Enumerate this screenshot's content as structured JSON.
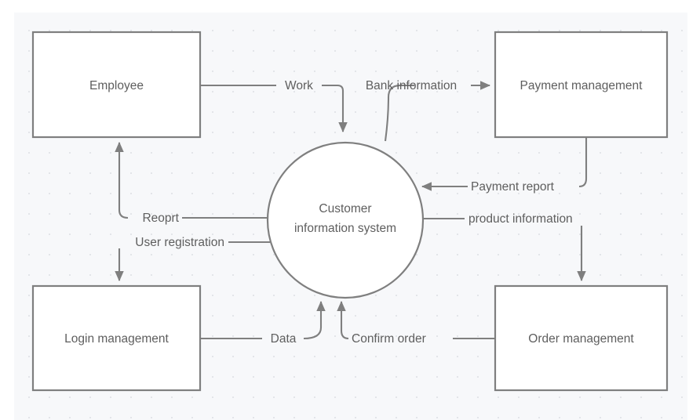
{
  "diagram": {
    "type": "data-flow-diagram",
    "background_color": "#f7f8fa",
    "page_color": "#ffffff",
    "stroke_color": "#7f7f7f",
    "text_color": "#5e5e5e",
    "node_fill": "#ffffff",
    "grid": "dotted",
    "nodes": [
      {
        "id": "employee",
        "shape": "rectangle",
        "label": "Employee"
      },
      {
        "id": "payment_management",
        "shape": "rectangle",
        "label": "Payment management"
      },
      {
        "id": "login_management",
        "shape": "rectangle",
        "label": "Login management"
      },
      {
        "id": "order_management",
        "shape": "rectangle",
        "label": "Order management"
      },
      {
        "id": "customer_information_system",
        "shape": "circle",
        "label_line1": "Customer",
        "label_line2": "information system"
      }
    ],
    "flows": [
      {
        "id": "work",
        "label": "Work",
        "from": "employee",
        "to": "customer_information_system"
      },
      {
        "id": "bank_information",
        "label": "Bank information",
        "from": "customer_information_system",
        "to": "payment_management"
      },
      {
        "id": "payment_report",
        "label": "Payment report",
        "from": "payment_management",
        "to": "customer_information_system"
      },
      {
        "id": "product_information",
        "label": "product information",
        "from": "customer_information_system",
        "to": "order_management"
      },
      {
        "id": "confirm_order",
        "label": "Confirm order",
        "from": "order_management",
        "to": "customer_information_system"
      },
      {
        "id": "data",
        "label": "Data",
        "from": "login_management",
        "to": "customer_information_system"
      },
      {
        "id": "user_registration",
        "label": "User registration",
        "from": "customer_information_system",
        "to": "login_management"
      },
      {
        "id": "reoprt",
        "label": "Reoprt",
        "from": "customer_information_system",
        "to": "employee"
      }
    ]
  }
}
